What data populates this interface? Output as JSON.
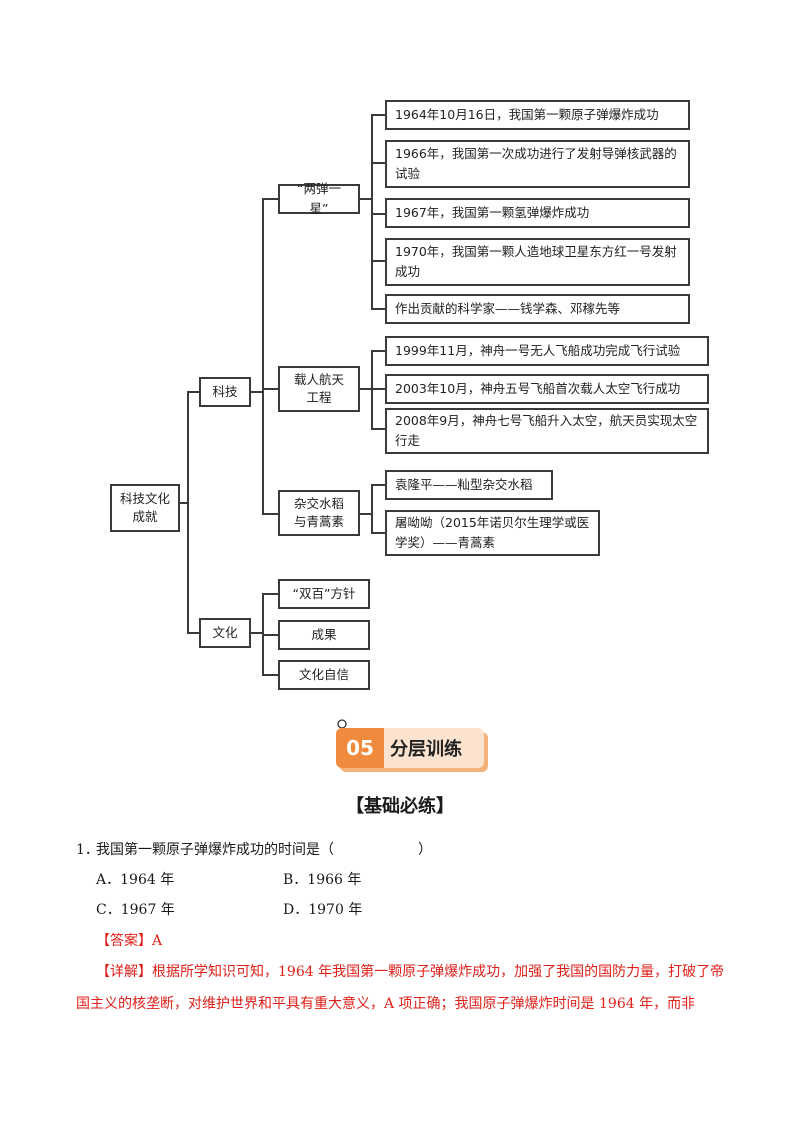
{
  "mindmap": {
    "root": "科技文化\n成就",
    "branches": {
      "keji": "科技",
      "wenhua": "文化"
    },
    "keji_sub": {
      "liangdan": "“两弹一星”",
      "hangtian": "载人航天\n工程",
      "zajiao": "杂交水稻\n与青蒿素"
    },
    "liangdan_items": [
      "1964年10月16日，我国第一颗原子弹爆炸成功",
      "1966年，我国第一次成功进行了发射导弹核武器的试验",
      "1967年，我国第一颗氢弹爆炸成功",
      "1970年，我国第一颗人造地球卫星东方红一号发射成功",
      "作出贡献的科学家——钱学森、邓稼先等"
    ],
    "hangtian_items": [
      "1999年11月，神舟一号无人飞船成功完成飞行试验",
      "2003年10月，神舟五号飞船首次载人太空飞行成功",
      "2008年9月，神舟七号飞船升入太空，航天员实现太空行走"
    ],
    "zajiao_items": [
      "袁隆平——籼型杂交水稻",
      "屠呦呦（2015年诺贝尔生理学或医学奖）——青蒿素"
    ],
    "wenhua_items": [
      "“双百”方针",
      "成果",
      "文化自信"
    ]
  },
  "badge": {
    "number": "05",
    "title": "分层训练"
  },
  "section_title": "【基础必练】",
  "question": {
    "number": "1．",
    "stem": "我国第一颗原子弹爆炸成功的时间是（　　　　　　）",
    "options": [
      {
        "label": "A．",
        "text": "1964 年"
      },
      {
        "label": "B．",
        "text": "1966 年"
      },
      {
        "label": "C．",
        "text": "1967 年"
      },
      {
        "label": "D．",
        "text": "1970 年"
      }
    ],
    "answer": "【答案】A",
    "explanation_line1": "【详解】根据所学知识可知，1964 年我国第一颗原子弹爆炸成功，加强了我国的国防力量，打破了帝",
    "explanation_line2": "国主义的核垄断，对维护世界和平具有重大意义，A 项正确；我国原子弹爆炸时间是 1964 年，而非"
  }
}
